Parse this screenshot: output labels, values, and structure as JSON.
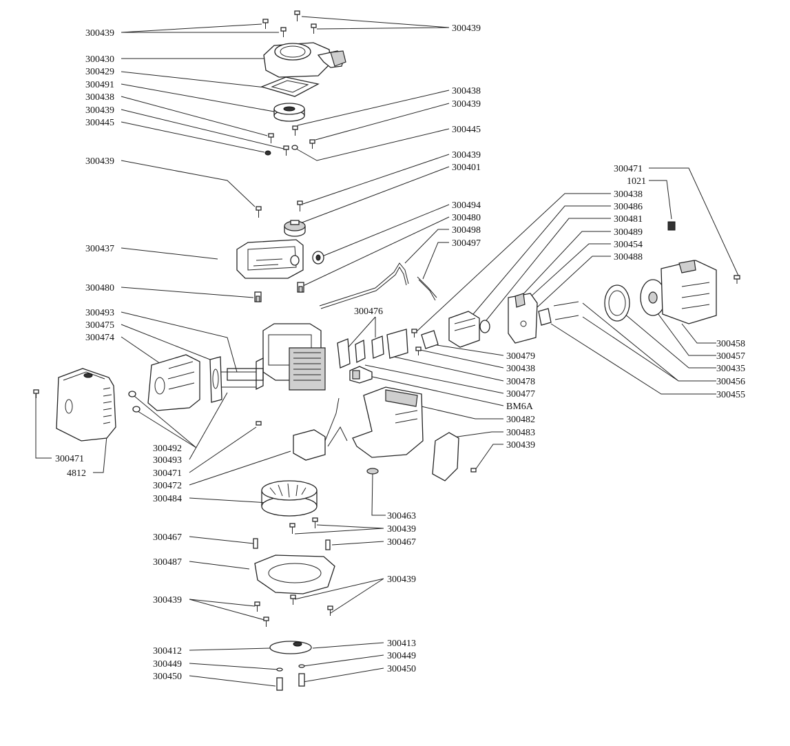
{
  "labels": {
    "l01": "300439",
    "l02": "300439",
    "l03": "300430",
    "l04": "300429",
    "l05": "300491",
    "l06": "300438",
    "l07": "300439",
    "l08": "300445",
    "l09": "300438",
    "l10": "300439",
    "l11": "300445",
    "l12": "300439",
    "l13": "300439",
    "l14": "300401",
    "l15": "300494",
    "l16": "300480",
    "l17": "300498",
    "l18": "300497",
    "l19": "300437",
    "l20": "300480",
    "l21": "300471",
    "l22": "1021",
    "l23": "300438",
    "l24": "300486",
    "l25": "300481",
    "l26": "300489",
    "l27": "300454",
    "l28": "300488",
    "l29": "300476",
    "l30": "300493",
    "l31": "300475",
    "l32": "300474",
    "l33": "300458",
    "l34": "300479",
    "l35": "300457",
    "l36": "300438",
    "l37": "300435",
    "l38": "300478",
    "l39": "300456",
    "l40": "300477",
    "l41": "300455",
    "l42": "BM6A",
    "l43": "300482",
    "l44": "300483",
    "l45": "300439",
    "l46": "300492",
    "l47": "300493",
    "l48": "300471",
    "l49": "300471",
    "l50": "4812",
    "l51": "300472",
    "l52": "300484",
    "l53": "300463",
    "l54": "300439",
    "l55": "300467",
    "l56": "300467",
    "l57": "300487",
    "l58": "300439",
    "l59": "300439",
    "l60": "300412",
    "l61": "300413",
    "l62": "300449",
    "l63": "300449",
    "l64": "300450",
    "l65": "300450"
  }
}
